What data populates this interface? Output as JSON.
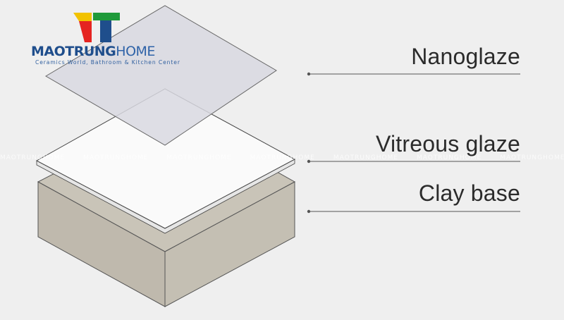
{
  "brand": {
    "name_bold": "MAOTRUNG",
    "name_light": "HOME",
    "tagline": "Ceramics World, Bathroom & Kitchen Center",
    "colors": {
      "yellow": "#f2c200",
      "red": "#e52421",
      "green": "#1f9a3a",
      "blue": "#1f4e8c"
    }
  },
  "watermark": {
    "text": "MAOTRUNGHOME",
    "repeat": 8
  },
  "layers": [
    {
      "label": "Nanoglaze",
      "fill": "#dcdce3"
    },
    {
      "label": "Vitreous glaze",
      "fill": "#fafafa"
    },
    {
      "label": "Clay base",
      "fill": "#c4bfb3"
    }
  ],
  "colors": {
    "background": "#efefef",
    "leader_line": "#555555",
    "text": "#2b2b2b"
  }
}
